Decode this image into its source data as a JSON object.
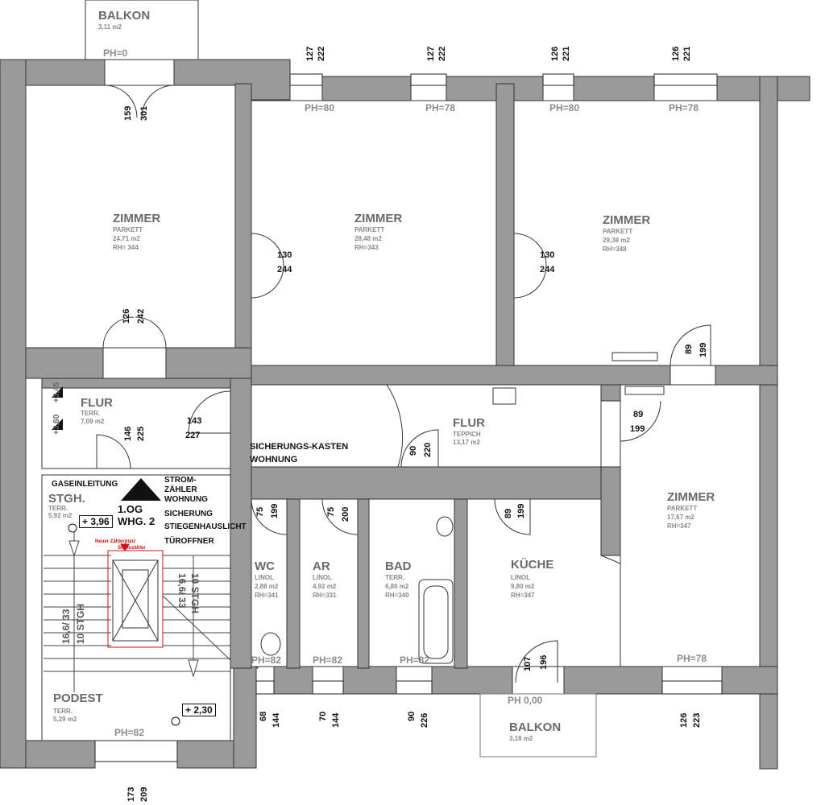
{
  "colors": {
    "wall": "#9a9a9a",
    "line": "#222222",
    "accent": "#d01010"
  },
  "rooms": {
    "balkon_top": {
      "name": "BALKON",
      "area": "3,11 m2"
    },
    "zimmer1": {
      "name": "ZIMMER",
      "floor": "PARKETT",
      "area": "24,71 m2",
      "rh": "RH= 344"
    },
    "zimmer2": {
      "name": "ZIMMER",
      "floor": "PARKETT",
      "area": "28,48 m2",
      "rh": "RH=343"
    },
    "zimmer3": {
      "name": "ZIMMER",
      "floor": "PARKETT",
      "area": "29,38 m2",
      "rh": "RH=348"
    },
    "flur_left": {
      "name": "FLUR",
      "floor": "TERR.",
      "area": "7,09 m2"
    },
    "flur_main": {
      "name": "FLUR",
      "floor": "TEPPICH",
      "area": "13,17 m2"
    },
    "stgh": {
      "name": "STGH.",
      "floor": "TERR.",
      "area": "5,92 m2"
    },
    "wc": {
      "name": "WC",
      "floor": "LINOL",
      "area": "2,88 m2",
      "rh": "RH=341"
    },
    "ar": {
      "name": "AR",
      "floor": "LINOL",
      "area": "4,92 m2",
      "rh": "RH=331"
    },
    "bad": {
      "name": "BAD",
      "floor": "TERR.",
      "area": "6,80 m2",
      "rh": "RH=340"
    },
    "kueche": {
      "name": "KÜCHE",
      "floor": "LINOL",
      "area": "9,80 m2",
      "rh": "RH=347"
    },
    "zimmer4": {
      "name": "ZIMMER",
      "floor": "PARKETT",
      "area": "17,67 m2",
      "rh": "RH=347"
    },
    "podest": {
      "name": "PODEST",
      "floor": "TERR.",
      "area": "5,29 m2"
    },
    "balkon_bottom": {
      "name": "BALKON",
      "area": "3,18 m2"
    }
  },
  "ph_labels": [
    "PH=0",
    "PH=80",
    "PH=78",
    "PH=80",
    "PH=78",
    "PH=82",
    "PH=82",
    "PH=82",
    "PH=78",
    "PH=82",
    "PH 0,00"
  ],
  "dims": {
    "top1": [
      "127",
      "222"
    ],
    "top2": [
      "127",
      "222"
    ],
    "top3": [
      "126",
      "221"
    ],
    "top4": [
      "126",
      "221"
    ],
    "balcony_door": [
      "159",
      "301"
    ],
    "zimmer1_door": [
      "126",
      "242"
    ],
    "door_z2": [
      "130",
      "244"
    ],
    "door_z3": [
      "130",
      "244"
    ],
    "door_z3_bottom": [
      "89",
      "199"
    ],
    "door_z4": [
      "89",
      "199"
    ],
    "flur_door_v": [
      "146",
      "225"
    ],
    "flur_door_h": [
      "143",
      "227"
    ],
    "bad_door": [
      "90",
      "220"
    ],
    "wc_door": [
      "75",
      "199"
    ],
    "ar_door": [
      "75",
      "200"
    ],
    "kueche_door": [
      "89",
      "199"
    ],
    "balkon_door": [
      "107",
      "196"
    ],
    "bottom_wc": [
      "68",
      "144"
    ],
    "bottom_ar": [
      "70",
      "144"
    ],
    "bottom_bad": [
      "90",
      "226"
    ],
    "bottom_z4": [
      "126",
      "223"
    ],
    "bottom_podest": [
      "173",
      "209"
    ]
  },
  "notes": {
    "gas": "GASEINLEITUNG",
    "strom1": "STROM-",
    "strom2": "ZÄHLER",
    "strom3": "WOHNUNG",
    "og": "1.OG",
    "whg": "WHG. 2",
    "sich1": "SICHERUNG",
    "sich2": "STIEGENHAUSLICHT",
    "tuer": "TÜROFFNER",
    "sicherungskasten": "SICHERUNGS-KASTEN",
    "wohnung": "WOHNUNG",
    "level1": "+ 3,96",
    "level2": "+ 2,30",
    "lev_a": "+3,45",
    "lev_b": "+3,60",
    "red1": "Neuer Zählerplatz",
    "red2": "Stromzähler",
    "stair_up": "10 STGH",
    "stair_up2": "16,6/ 33",
    "stair_dn": "10 STGH",
    "stair_dn2": "16,6/ 33"
  }
}
